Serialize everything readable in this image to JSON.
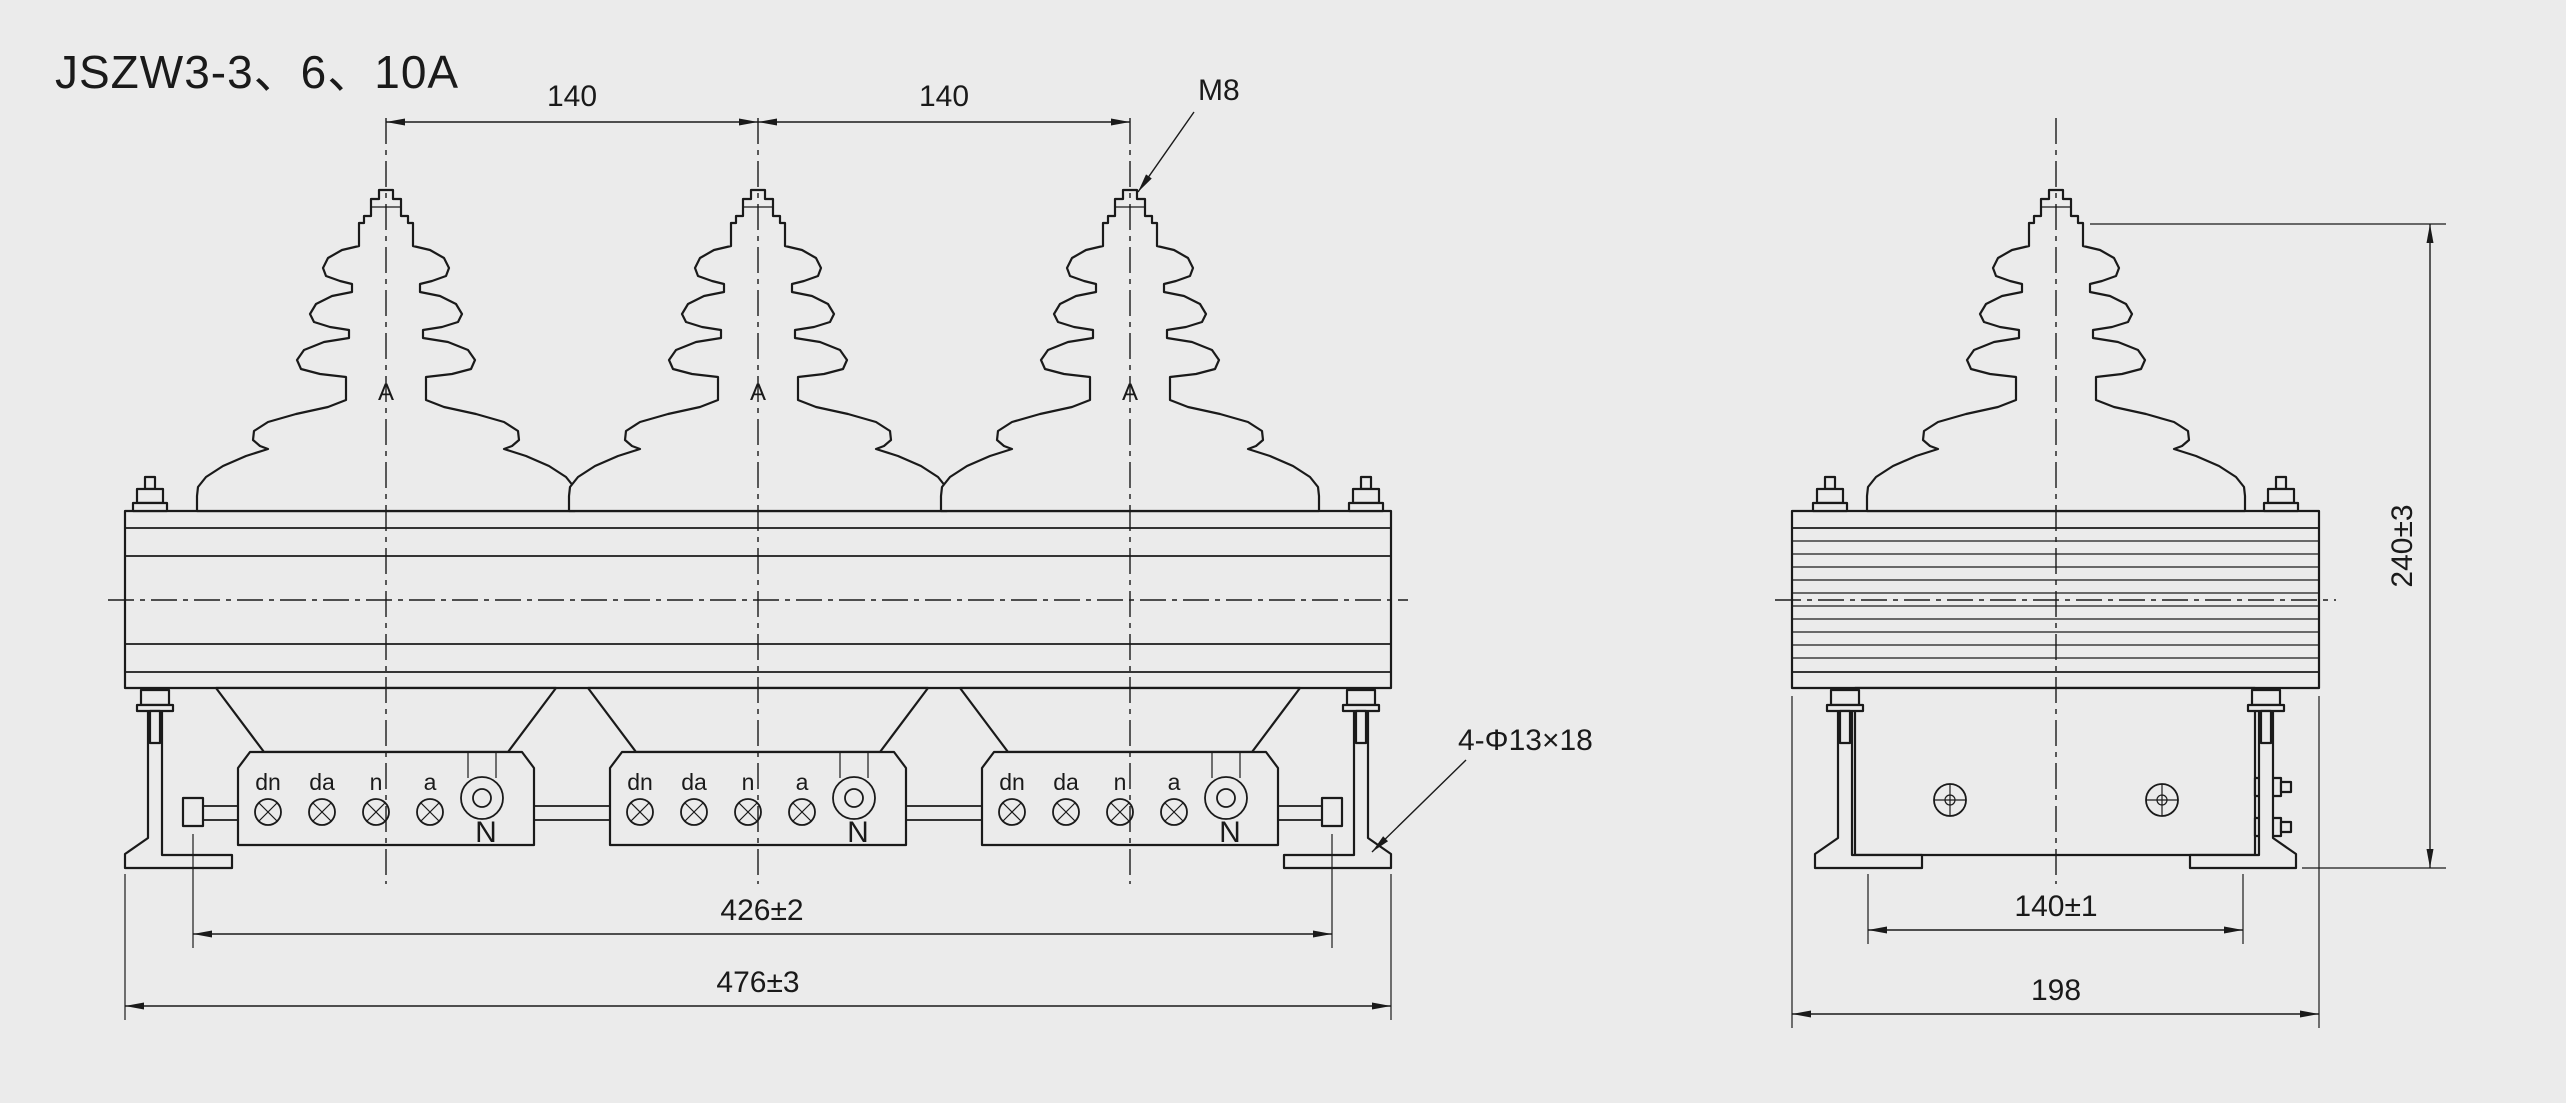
{
  "title": "JSZW3-3、6、10A",
  "colors": {
    "background": "#ebebeb",
    "line": "#1a1a1a"
  },
  "front_view": {
    "dim_spacing_left": "140",
    "dim_spacing_right": "140",
    "label_top_bolt": "M8",
    "label_mount_hole": "4-Φ13×18",
    "dim_terminal_span": "426±2",
    "dim_overall_width": "476±3",
    "terminals": {
      "t1": "dn",
      "t2": "da",
      "t3": "n",
      "t4": "a"
    },
    "neutral": "N",
    "phase_mark": "A"
  },
  "side_view": {
    "dim_height": "240±3",
    "dim_mount_span": "140±1",
    "dim_depth": "198"
  }
}
